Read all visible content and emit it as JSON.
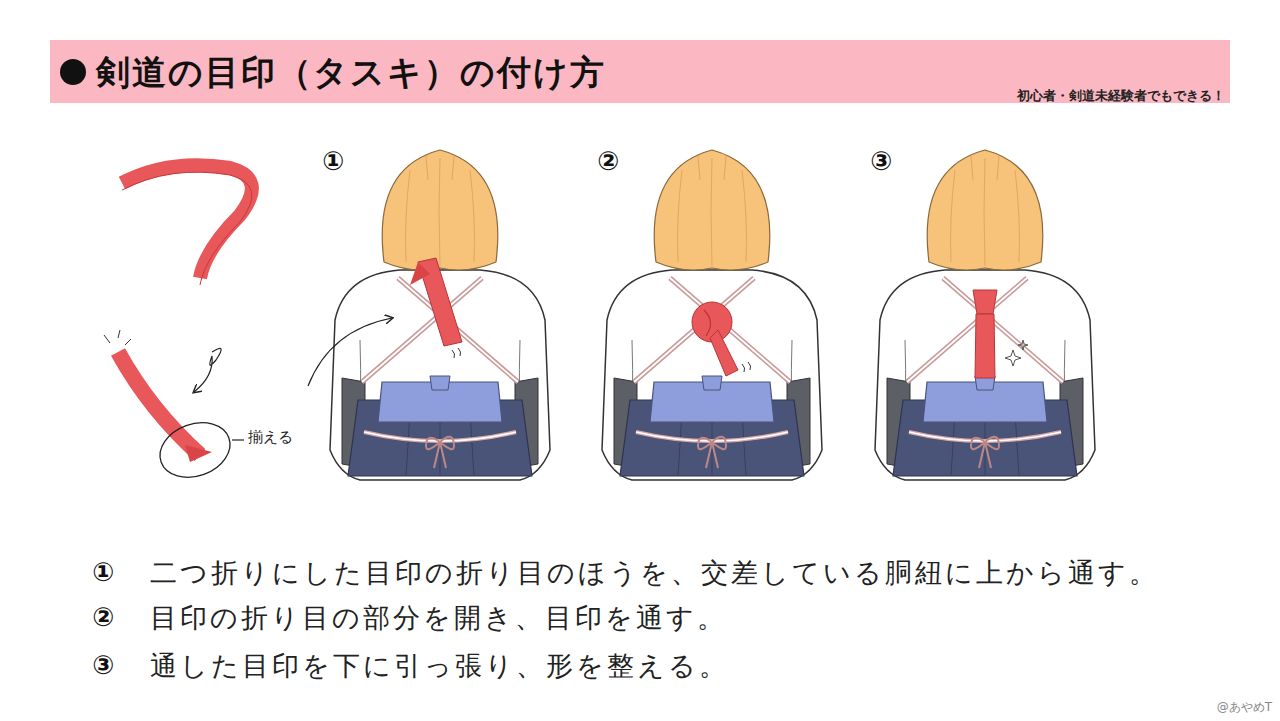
{
  "diagram": {
    "title": "剣道の目印（タスキ）の付け方",
    "labels": [
      "初心者・剣道未経験者でもできる！",
      "①",
      "②",
      "③",
      "揃える",
      "①",
      "二つ折りにした目印の折り目のほうを、交差している胴紐に上から通す。",
      "②",
      "目印の折り目の部分を開き、目印を通す。",
      "③",
      "通した目印を下に引っ張り、形を整える。",
      "@あやめT"
    ]
  }
}
